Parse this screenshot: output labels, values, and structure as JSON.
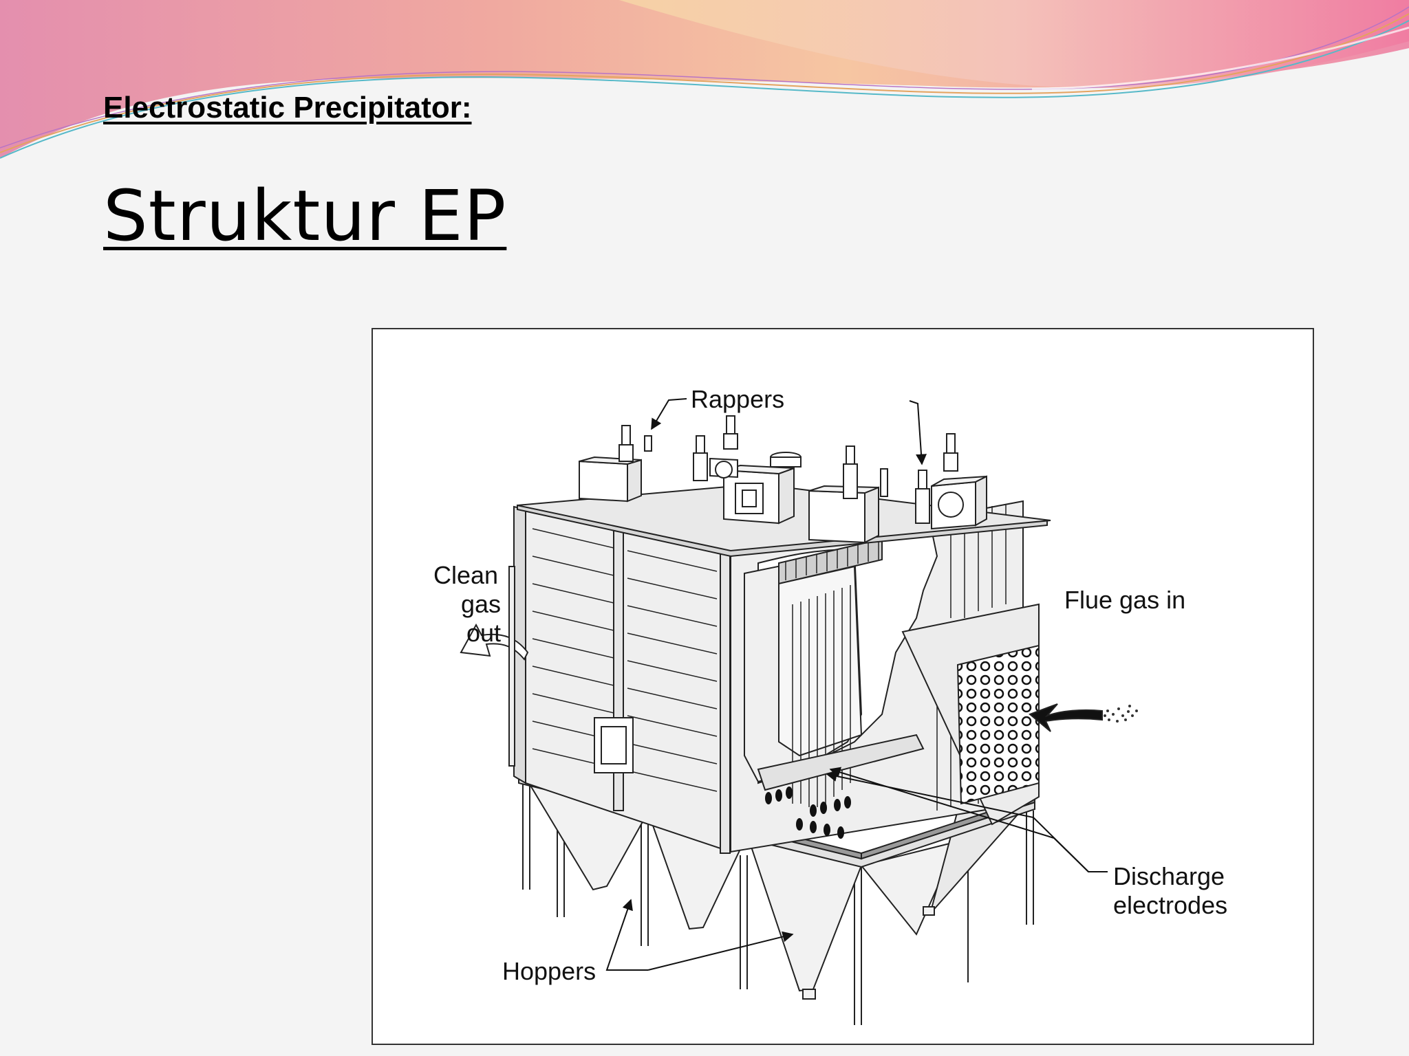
{
  "slide": {
    "heading": "Electrostatic Precipitator:",
    "title": "Struktur EP"
  },
  "diagram": {
    "labels": {
      "rappers": "Rappers",
      "clean_1": "Clean",
      "clean_2": "gas",
      "clean_3": "out",
      "flue": "Flue gas in",
      "discharge_1": "Discharge",
      "discharge_2": "electrodes",
      "hoppers": "Hoppers"
    }
  },
  "colors": {
    "banner_pink": "#e58cb0",
    "banner_peach": "#f3b893",
    "background": "#f4f4f4"
  }
}
